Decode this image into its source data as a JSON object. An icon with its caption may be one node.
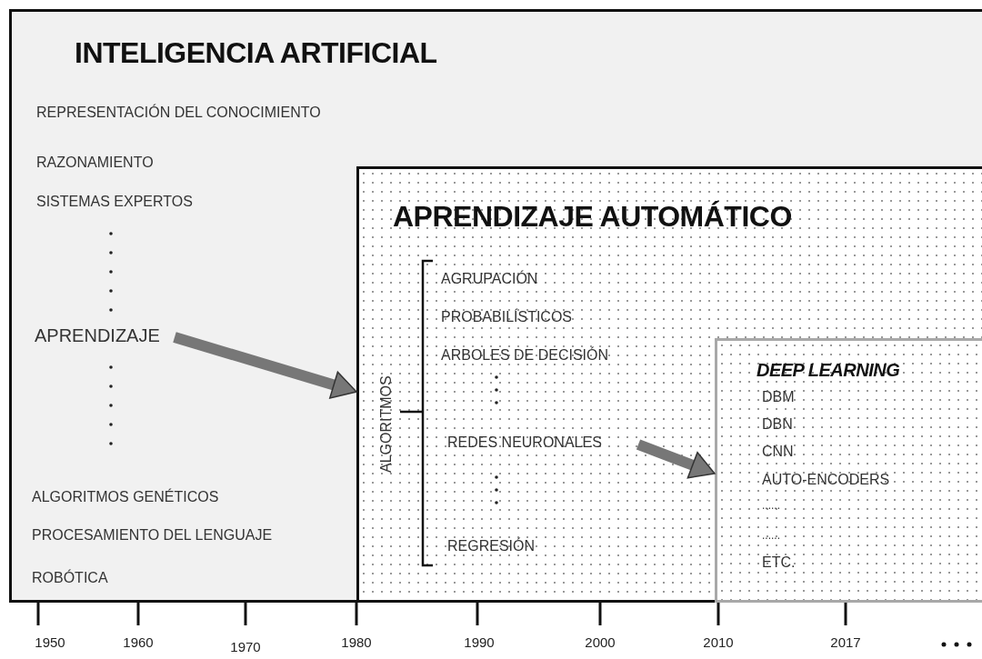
{
  "diagram": {
    "nodes": [
      {
        "text": [
          "INTELIGENCIA ARTIFICIAL",
          "REPRESENTACIÓN DEL CONOCIMIENTO",
          "RAZONAMIENTO",
          "SISTEMAS EXPERTOS",
          "ALGORITMOS GENÉTICOS",
          "PROCESAMIENTO DEL LENGUAJE",
          "ROBÓTICA"
        ]
      },
      {
        "text": [
          "APRENDIZAJE"
        ],
        "in": 0
      },
      {
        "text": [
          "APRENDIZAJE AUTOMÁTICO",
          "ALGORITMOS",
          "AGRUPACIÓN",
          "PROBABILÍSTICOS",
          "ARBOLES DE DECISIÓN",
          "REGRESIÓN"
        ],
        "in": 0
      },
      {
        "text": [
          "REDES NEURONALES"
        ],
        "in": 2
      },
      {
        "text": [
          "DEEP LEARNING",
          "DBM",
          "DBN",
          "CNN",
          "AUTO-ENCODERS",
          "......",
          "......",
          "ETC."
        ],
        "in": 2
      }
    ],
    "edges": [
      {
        "from": 1,
        "to": 2,
        "arrow": "to"
      },
      {
        "from": 3,
        "to": 4,
        "arrow": "to"
      }
    ],
    "labels": [
      "1950",
      "1960",
      "1970",
      "1980",
      "1990",
      "2000",
      "2010",
      "2017"
    ]
  }
}
